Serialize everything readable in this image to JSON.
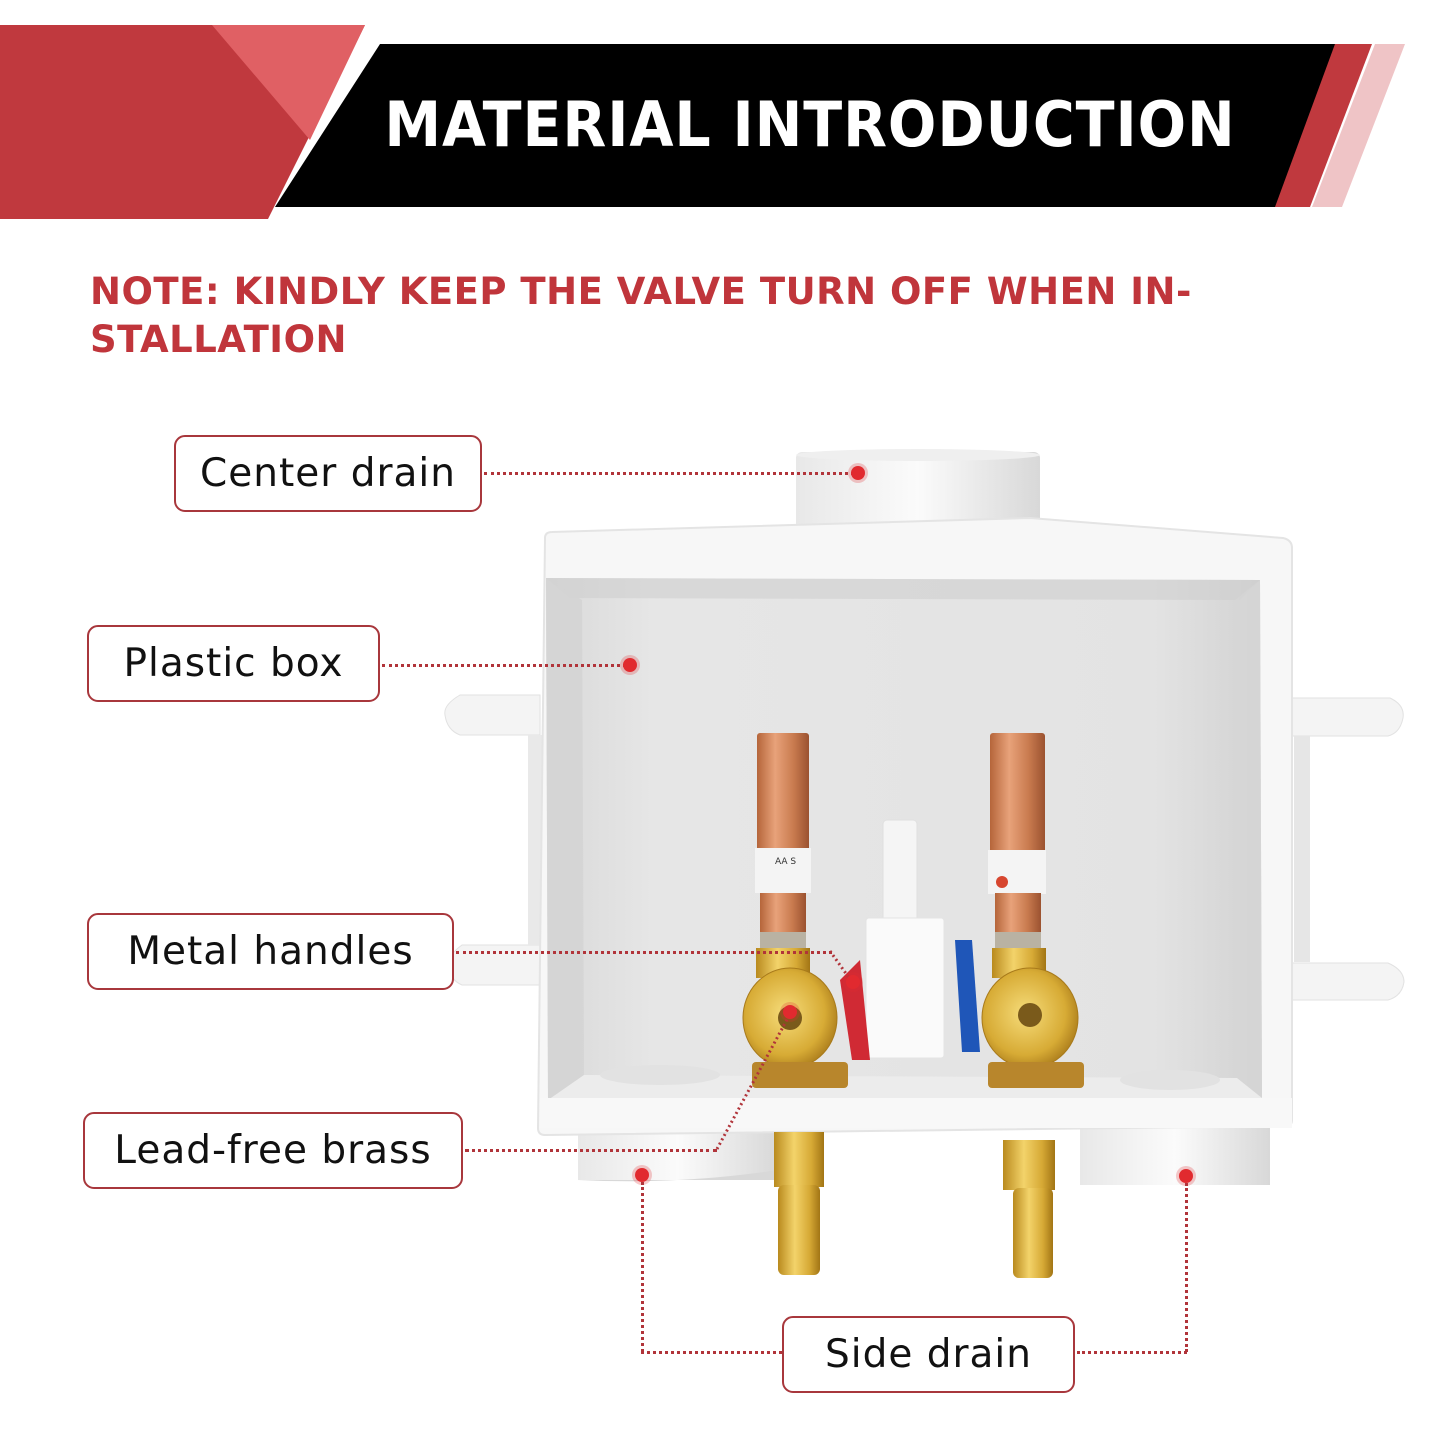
{
  "header": {
    "title": "MATERIAL INTRODUCTION",
    "colors": {
      "primary_red": "#c0393e",
      "light_red": "#e06064",
      "pale_red": "#efc4c6",
      "black": "#000000"
    }
  },
  "note": {
    "text": "NOTE: KINDLY KEEP THE VALVE TURN OFF WHEN IN-STALLATION",
    "line1": "NOTE: KINDLY KEEP THE VALVE TURN OFF WHEN IN-",
    "line2": "STALLATION",
    "color": "#c0353b"
  },
  "product": {
    "description": "White plastic washing machine outlet box with two brass valves (red and blue handles), copper water hammer arrestors, center drain and side drains",
    "arrestor_label_text": "AA S"
  },
  "callouts": [
    {
      "id": "center-drain",
      "label": "Center drain"
    },
    {
      "id": "plastic-box",
      "label": "Plastic box"
    },
    {
      "id": "metal-handles",
      "label": "Metal handles"
    },
    {
      "id": "lead-free-brass",
      "label": "Lead-free brass"
    },
    {
      "id": "side-drain",
      "label": "Side drain"
    }
  ]
}
